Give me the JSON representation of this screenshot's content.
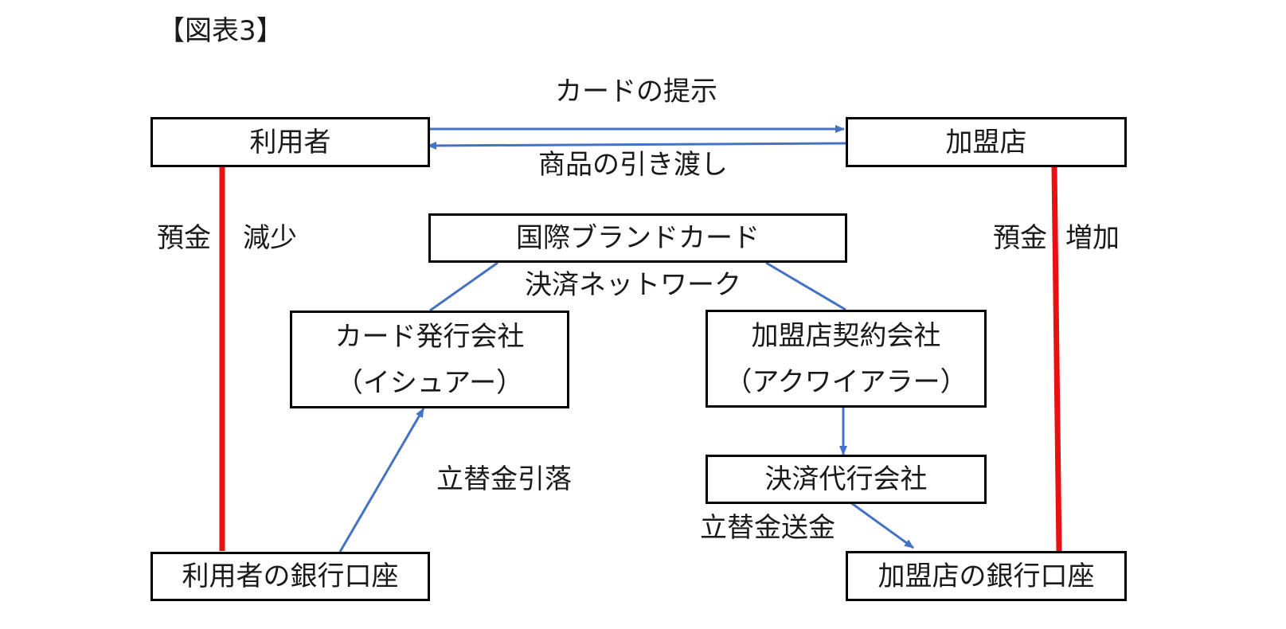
{
  "figure_title": "【図表3】",
  "colors": {
    "flow_arrow": "#4472c4",
    "deposit_line": "#e81010",
    "box_border": "#000000"
  },
  "nodes": {
    "user": "利用者",
    "merchant": "加盟店",
    "network": "国際ブランドカード",
    "issuer": {
      "line1": "カード発行会社",
      "line2": "（イシュアー）"
    },
    "acquirer": {
      "line1": "加盟店契約会社",
      "line2": "（アクワイアラー）"
    },
    "payment_agent": "決済代行会社",
    "user_bank": "利用者の銀行口座",
    "merchant_bank": "加盟店の銀行口座"
  },
  "edge_labels": {
    "card_presentation": "カードの提示",
    "goods_delivery": "商品の引き渡し",
    "network_caption": "決済ネットワーク",
    "user_deposit": "預金",
    "user_decrease": "減少",
    "merchant_deposit": "預金",
    "merchant_increase": "増加",
    "debit": "立替金引落",
    "remittance": "立替金送金"
  }
}
